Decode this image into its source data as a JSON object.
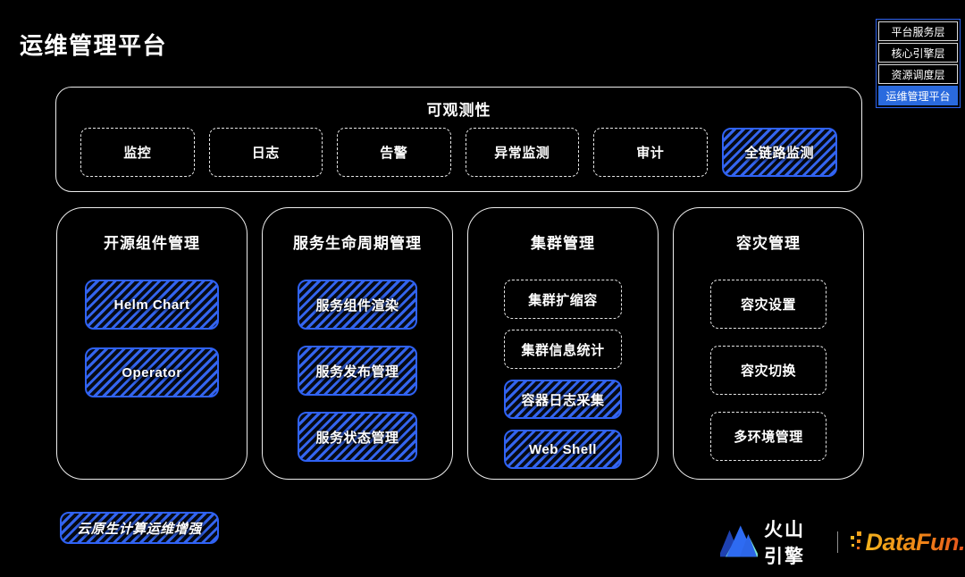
{
  "page": {
    "title": "运维管理平台"
  },
  "legend": {
    "items": [
      {
        "label": "平台服务层",
        "active": false
      },
      {
        "label": "核心引擎层",
        "active": false
      },
      {
        "label": "资源调度层",
        "active": false
      },
      {
        "label": "运维管理平台",
        "active": true
      }
    ]
  },
  "observability": {
    "title": "可观测性",
    "items": [
      {
        "label": "监控",
        "style": "dashed"
      },
      {
        "label": "日志",
        "style": "dashed"
      },
      {
        "label": "告警",
        "style": "dashed"
      },
      {
        "label": "异常监测",
        "style": "dashed"
      },
      {
        "label": "审计",
        "style": "dashed"
      },
      {
        "label": "全链路监测",
        "style": "hatched"
      }
    ]
  },
  "columns": [
    {
      "title": "开源组件管理",
      "items": [
        {
          "label": "Helm Chart",
          "style": "hatched"
        },
        {
          "label": "Operator",
          "style": "hatched"
        }
      ]
    },
    {
      "title": "服务生命周期管理",
      "items": [
        {
          "label": "服务组件渲染",
          "style": "hatched"
        },
        {
          "label": "服务发布管理",
          "style": "hatched"
        },
        {
          "label": "服务状态管理",
          "style": "hatched"
        }
      ]
    },
    {
      "title": "集群管理",
      "items": [
        {
          "label": "集群扩缩容",
          "style": "dashed"
        },
        {
          "label": "集群信息统计",
          "style": "dashed"
        },
        {
          "label": "容器日志采集",
          "style": "hatched"
        },
        {
          "label": "Web Shell",
          "style": "hatched"
        }
      ]
    },
    {
      "title": "容灾管理",
      "items": [
        {
          "label": "容灾设置",
          "style": "dashed"
        },
        {
          "label": "容灾切换",
          "style": "dashed"
        },
        {
          "label": "多环境管理",
          "style": "dashed"
        }
      ]
    }
  ],
  "callout": {
    "label": "云原生计算运维增强"
  },
  "footer": {
    "brand_left": "火山引擎",
    "brand_right": "DataFun."
  },
  "colors": {
    "background": "#000000",
    "accent_blue_border": "#2f62f4",
    "hatch_stripe_blue": "#3465ef",
    "legend_active_blue": "#2a6ade",
    "outline_white": "#ededed",
    "logo_navy": "#1e41b0",
    "logo_bright_blue": "#2e6bf2",
    "logo_mint": "#7de9cf",
    "datafun_orange_start": "#f2b21d",
    "datafun_orange_end": "#e8531d"
  }
}
